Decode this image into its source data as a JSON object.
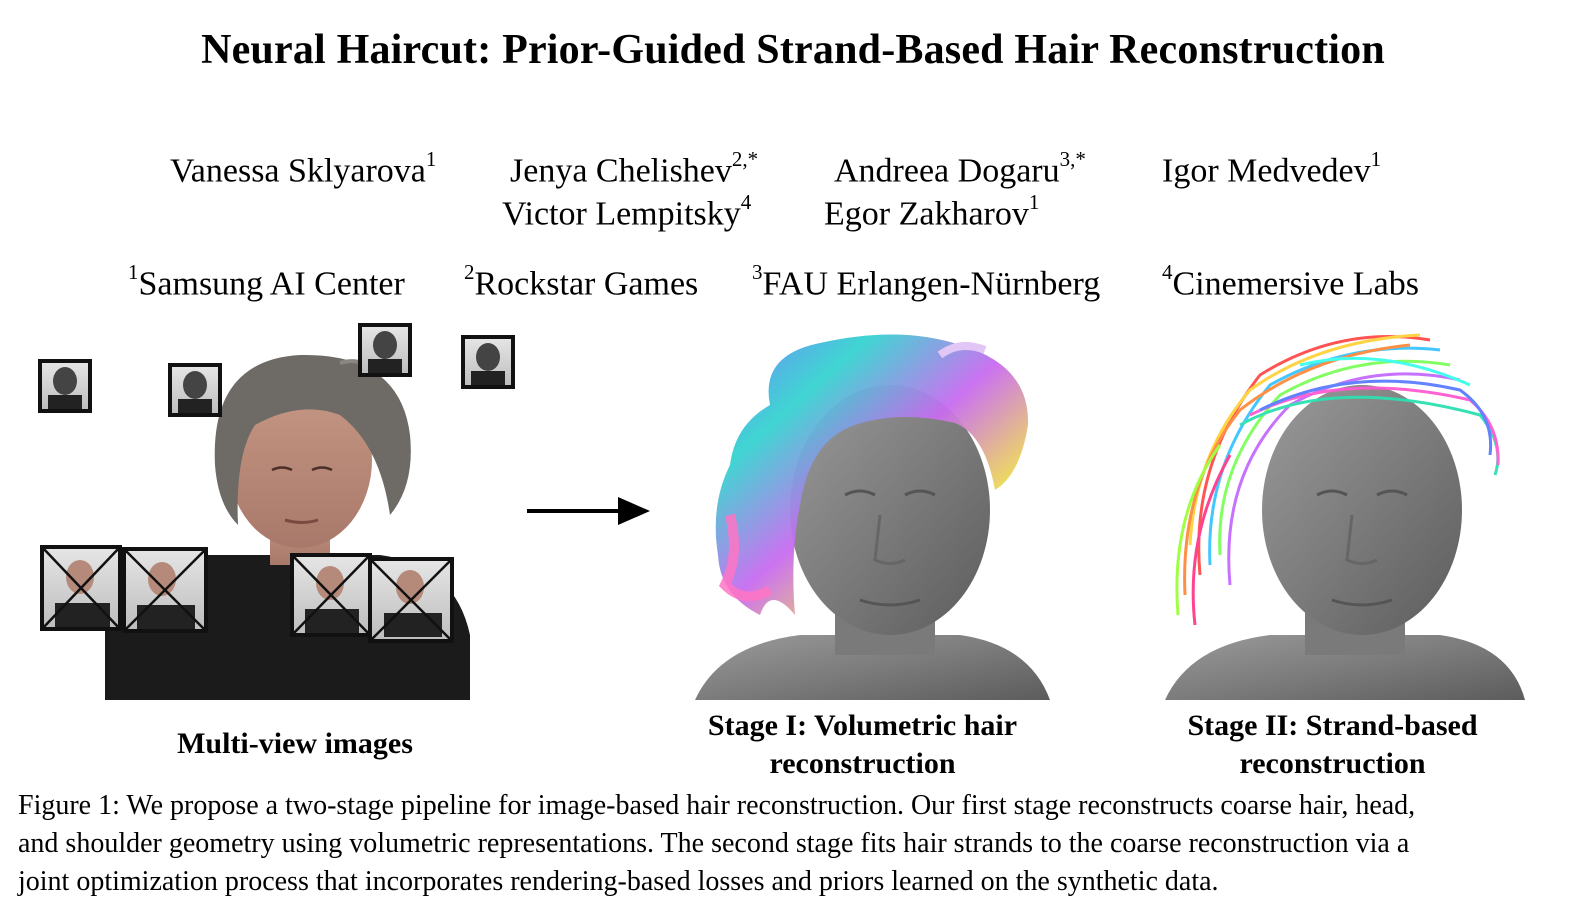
{
  "paper": {
    "title": "Neural Haircut: Prior-Guided Strand-Based Hair Reconstruction",
    "authors": [
      {
        "name": "Vanessa Sklyarova",
        "sup": "1"
      },
      {
        "name": "Jenya Chelishev",
        "sup": "2,*"
      },
      {
        "name": "Andreea Dogaru",
        "sup": "3,*"
      },
      {
        "name": "Igor Medvedev",
        "sup": "1"
      },
      {
        "name": "Victor Lempitsky",
        "sup": "4"
      },
      {
        "name": "Egor Zakharov",
        "sup": "1"
      }
    ],
    "affiliations": [
      {
        "sup": "1",
        "name": "Samsung AI Center"
      },
      {
        "sup": "2",
        "name": "Rockstar Games"
      },
      {
        "sup": "3",
        "name": "FAU Erlangen-Nürnberg"
      },
      {
        "sup": "4",
        "name": "Cinemersive Labs"
      }
    ]
  },
  "figure": {
    "labels": {
      "multiview": "Multi-view images",
      "stage1_line1": "Stage I: Volumetric hair",
      "stage1_line2": "reconstruction",
      "stage2_line1": "Stage II: Strand-based",
      "stage2_line2": "reconstruction"
    },
    "caption_lines": [
      "Figure 1: We propose a two-stage pipeline for image-based hair reconstruction. Our first stage reconstructs coarse hair, head,",
      "and shoulder geometry using volumetric representations. The second stage fits hair strands to the coarse reconstruction via a",
      "joint optimization process that incorporates rendering-based losses and priors learned on the synthetic data."
    ]
  }
}
